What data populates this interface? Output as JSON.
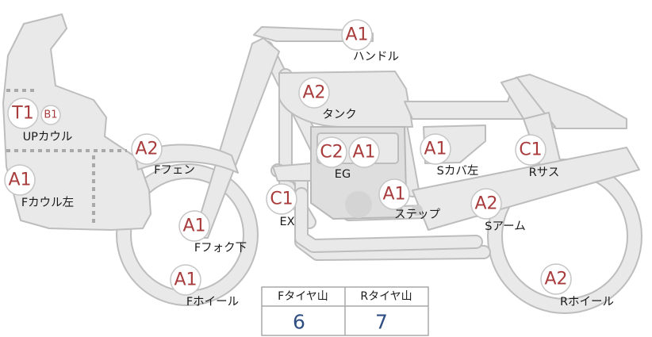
{
  "markers": [
    {
      "id": "handle",
      "grade": "A1",
      "label": "ハンドル"
    },
    {
      "id": "tank",
      "grade": "A2",
      "label": "タンク"
    },
    {
      "id": "upper-cowl",
      "grade": "T1",
      "label": "UPカウル",
      "sub_grade": "B1"
    },
    {
      "id": "front-fender",
      "grade": "A2",
      "label": "Fフェン"
    },
    {
      "id": "front-cowl-left",
      "grade": "A1",
      "label": "Fカウル左"
    },
    {
      "id": "engine",
      "grade": "C2",
      "label": "EG",
      "sub_grade": "A1"
    },
    {
      "id": "side-cover-left",
      "grade": "A1",
      "label": "Sカバ左"
    },
    {
      "id": "rear-suspension",
      "grade": "C1",
      "label": "Rサス"
    },
    {
      "id": "exhaust",
      "grade": "C1",
      "label": "EX"
    },
    {
      "id": "step",
      "grade": "A1",
      "label": "ステップ"
    },
    {
      "id": "swing-arm",
      "grade": "A2",
      "label": "Sアーム"
    },
    {
      "id": "front-fork-lower",
      "grade": "A1",
      "label": "Fフォク下"
    },
    {
      "id": "front-wheel",
      "grade": "A1",
      "label": "Fホイール"
    },
    {
      "id": "rear-wheel",
      "grade": "A2",
      "label": "Rホイール"
    }
  ],
  "tread": {
    "front_label": "Fタイヤ山",
    "front_value": "6",
    "rear_label": "Rタイヤ山",
    "rear_value": "7"
  },
  "colors": {
    "grade_text": "#a83c3c",
    "tread_value": "#2e4d80",
    "body_fill": "#e9e9e9",
    "body_stroke": "#bdbdbd"
  }
}
